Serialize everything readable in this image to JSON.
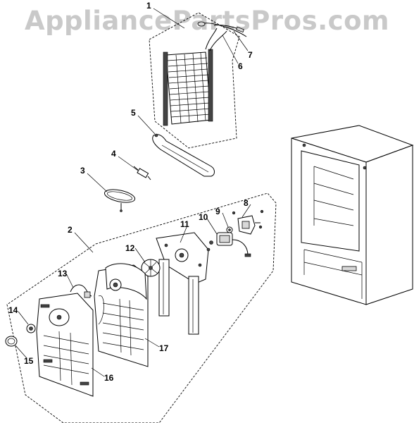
{
  "watermark": "AppliancePartsPros.com",
  "callouts": [
    "1",
    "2",
    "3",
    "4",
    "5",
    "6",
    "7",
    "8",
    "9",
    "10",
    "11",
    "12",
    "13",
    "14",
    "15",
    "16",
    "17"
  ]
}
